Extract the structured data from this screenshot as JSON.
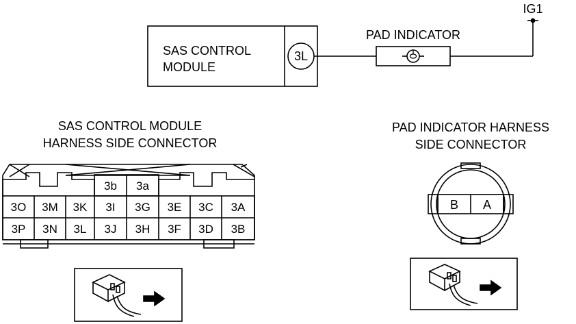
{
  "wiring": {
    "module_label_line1": "SAS CONTROL",
    "module_label_line2": "MODULE",
    "module_terminal": "3L",
    "indicator_label": "PAD INDICATOR",
    "power_label": "IG1"
  },
  "sas_connector": {
    "title_line1": "SAS CONTROL MODULE",
    "title_line2": "HARNESS SIDE CONNECTOR",
    "top_row": [
      "3b",
      "3a"
    ],
    "middle_row": [
      "3O",
      "3M",
      "3K",
      "3I",
      "3G",
      "3E",
      "3C",
      "3A"
    ],
    "bottom_row": [
      "3P",
      "3N",
      "3L",
      "3J",
      "3H",
      "3F",
      "3D",
      "3B"
    ]
  },
  "pad_connector": {
    "title_line1": "PAD INDICATOR HARNESS",
    "title_line2": "SIDE CONNECTOR",
    "pins": [
      "B",
      "A"
    ]
  }
}
